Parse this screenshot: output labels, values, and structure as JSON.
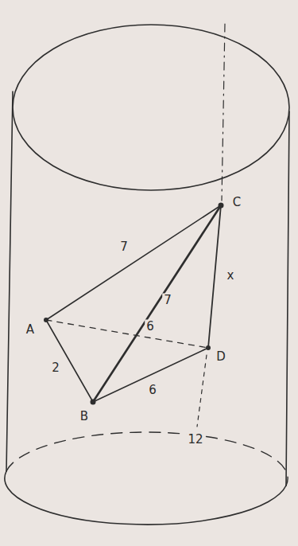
{
  "diagram": {
    "labels": [
      "C",
      "A",
      "B",
      "D",
      "7",
      "7",
      "6",
      "2",
      "6",
      "x",
      "12"
    ]
  }
}
